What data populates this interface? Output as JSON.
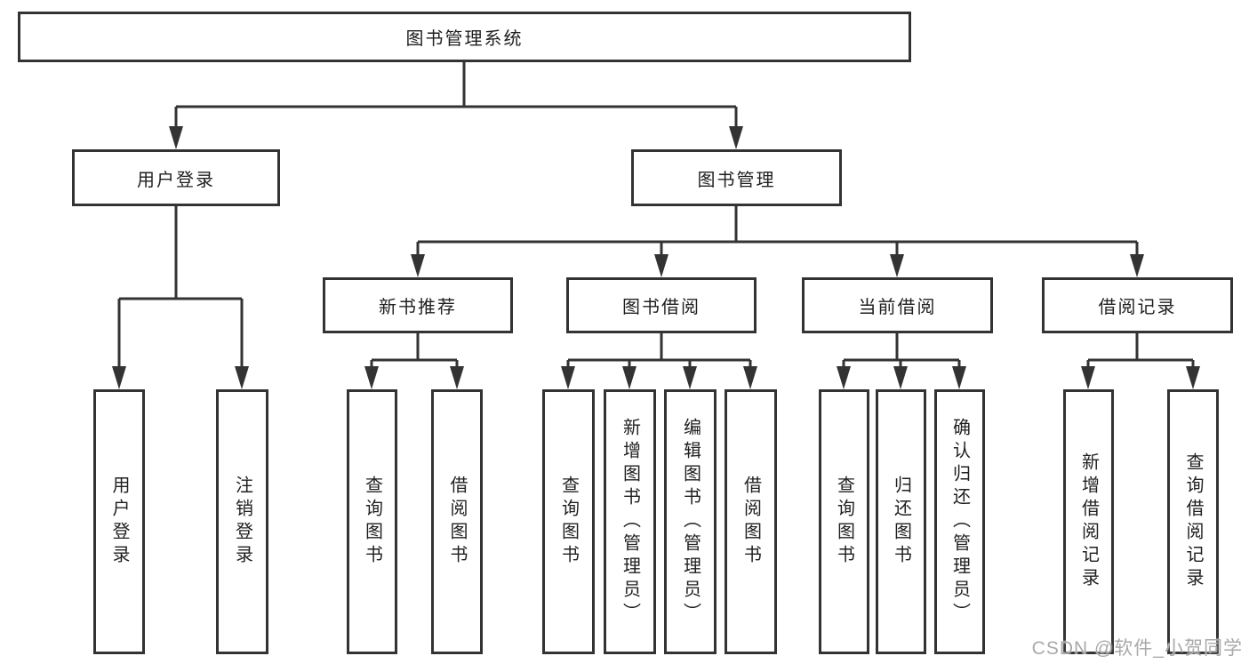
{
  "nodes": {
    "root": "图书管理系统",
    "level2": [
      "用户登录",
      "图书管理"
    ],
    "level3": [
      "新书推荐",
      "图书借阅",
      "当前借阅",
      "借阅记录"
    ],
    "leaves": {
      "user_login": [
        "用户登录",
        "注销登录"
      ],
      "new_books": [
        "查询图书",
        "借阅图书"
      ],
      "book_borrow": [
        "查询图书",
        "新增图书（管理员）",
        "编辑图书（管理员）",
        "借阅图书"
      ],
      "current_borrow": [
        "查询图书",
        "归还图书",
        "确认归还（管理员）"
      ],
      "borrow_records": [
        "新增借阅记录",
        "查询借阅记录"
      ]
    }
  },
  "watermark": "CSDN @软件_小贺同学",
  "colors": {
    "line": "#333333",
    "text": "#1f1f1f",
    "watermark": "#a9a9a9",
    "background": "#ffffff"
  }
}
